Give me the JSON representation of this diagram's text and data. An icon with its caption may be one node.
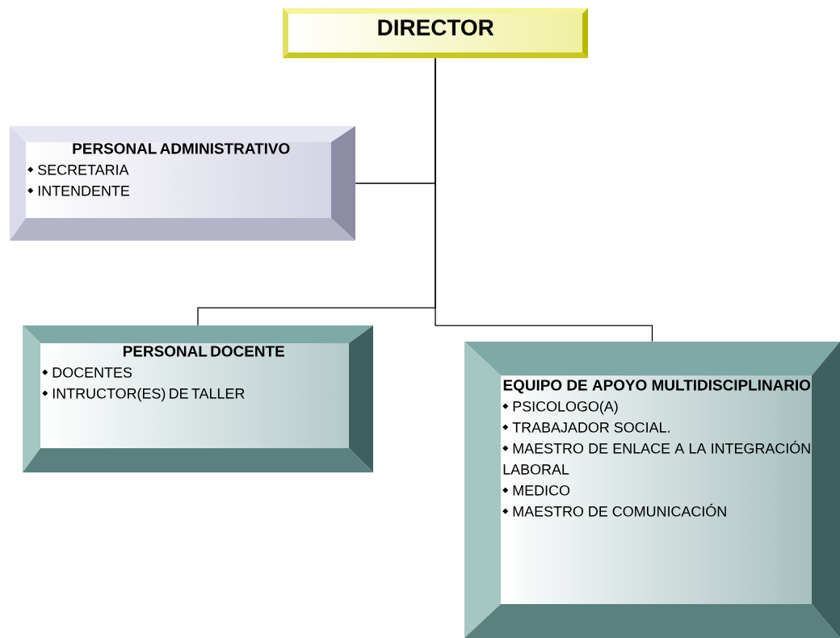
{
  "diagram": {
    "nodes": [
      {
        "text": [
          "DIRECTOR"
        ]
      },
      {
        "text": [
          "PERSONAL ADMINISTRATIVO",
          "SECRETARIA",
          "INTENDENTE"
        ]
      },
      {
        "text": [
          "PERSONAL DOCENTE",
          "DOCENTES",
          "INTRUCTOR(ES) DE TALLER"
        ]
      },
      {
        "text": [
          "EQUIPO DE APOYO MULTIDISCIPLINARIO",
          "PSICOLOGO(A)",
          "TRABAJADOR SOCIAL.",
          "MAESTRO DE ENLACE A LA INTEGRACIÓN LABORAL",
          "MEDICO",
          "MAESTRO DE COMUNICACIÓN"
        ]
      }
    ],
    "edges": [
      {
        "from": 0,
        "to": 1,
        "arrow": "none"
      },
      {
        "from": 0,
        "to": 2,
        "arrow": "none"
      },
      {
        "from": 0,
        "to": 3,
        "arrow": "none"
      }
    ]
  }
}
